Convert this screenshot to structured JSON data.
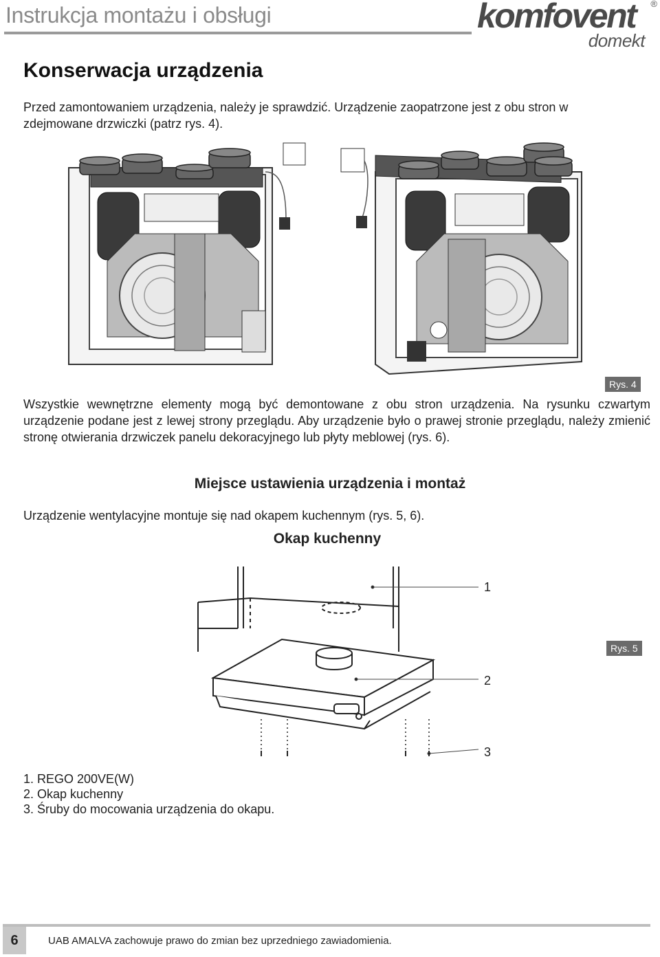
{
  "header": {
    "title": "Instrukcja montażu i obsługi",
    "logo_main": "komfovent",
    "logo_sub": "domekt",
    "logo_reg": "®"
  },
  "section": {
    "title": "Konserwacja urządzenia",
    "intro": "Przed zamontowaniem urządzenia, należy je sprawdzić. Urządzenie zaopatrzone jest z obu stron w zdejmowane drzwiczki (patrz rys. 4)."
  },
  "figure4": {
    "label": "Rys. 4"
  },
  "paragraph2": "Wszystkie wewnętrzne elementy mogą być demontowane z obu stron urządzenia. Na rysunku czwartym urządzenie podane jest z lewej strony przeglądu. Aby urządzenie było o prawej stronie przeglądu, należy zmienić stronę otwierania drzwiczek panelu dekoracyjnego lub płyty meblowej (rys. 6).",
  "section2": {
    "title": "Miejsce ustawienia urządzenia i montaż",
    "text": "Urządzenie wentylacyjne montuje się nad okapem kuchennym (rys. 5, 6).",
    "subtitle": "Okap kuchenny"
  },
  "figure5": {
    "label": "Rys. 5",
    "callouts": [
      "1",
      "2",
      "3"
    ]
  },
  "legend": [
    "1. REGO 200VE(W)",
    "2. Okap kuchenny",
    "3. Śruby do mocowania urządzenia do okapu."
  ],
  "footer": {
    "page_number": "6",
    "text": "UAB AMALVA zachowuje prawo do zmian bez uprzedniego zawiadomienia."
  }
}
